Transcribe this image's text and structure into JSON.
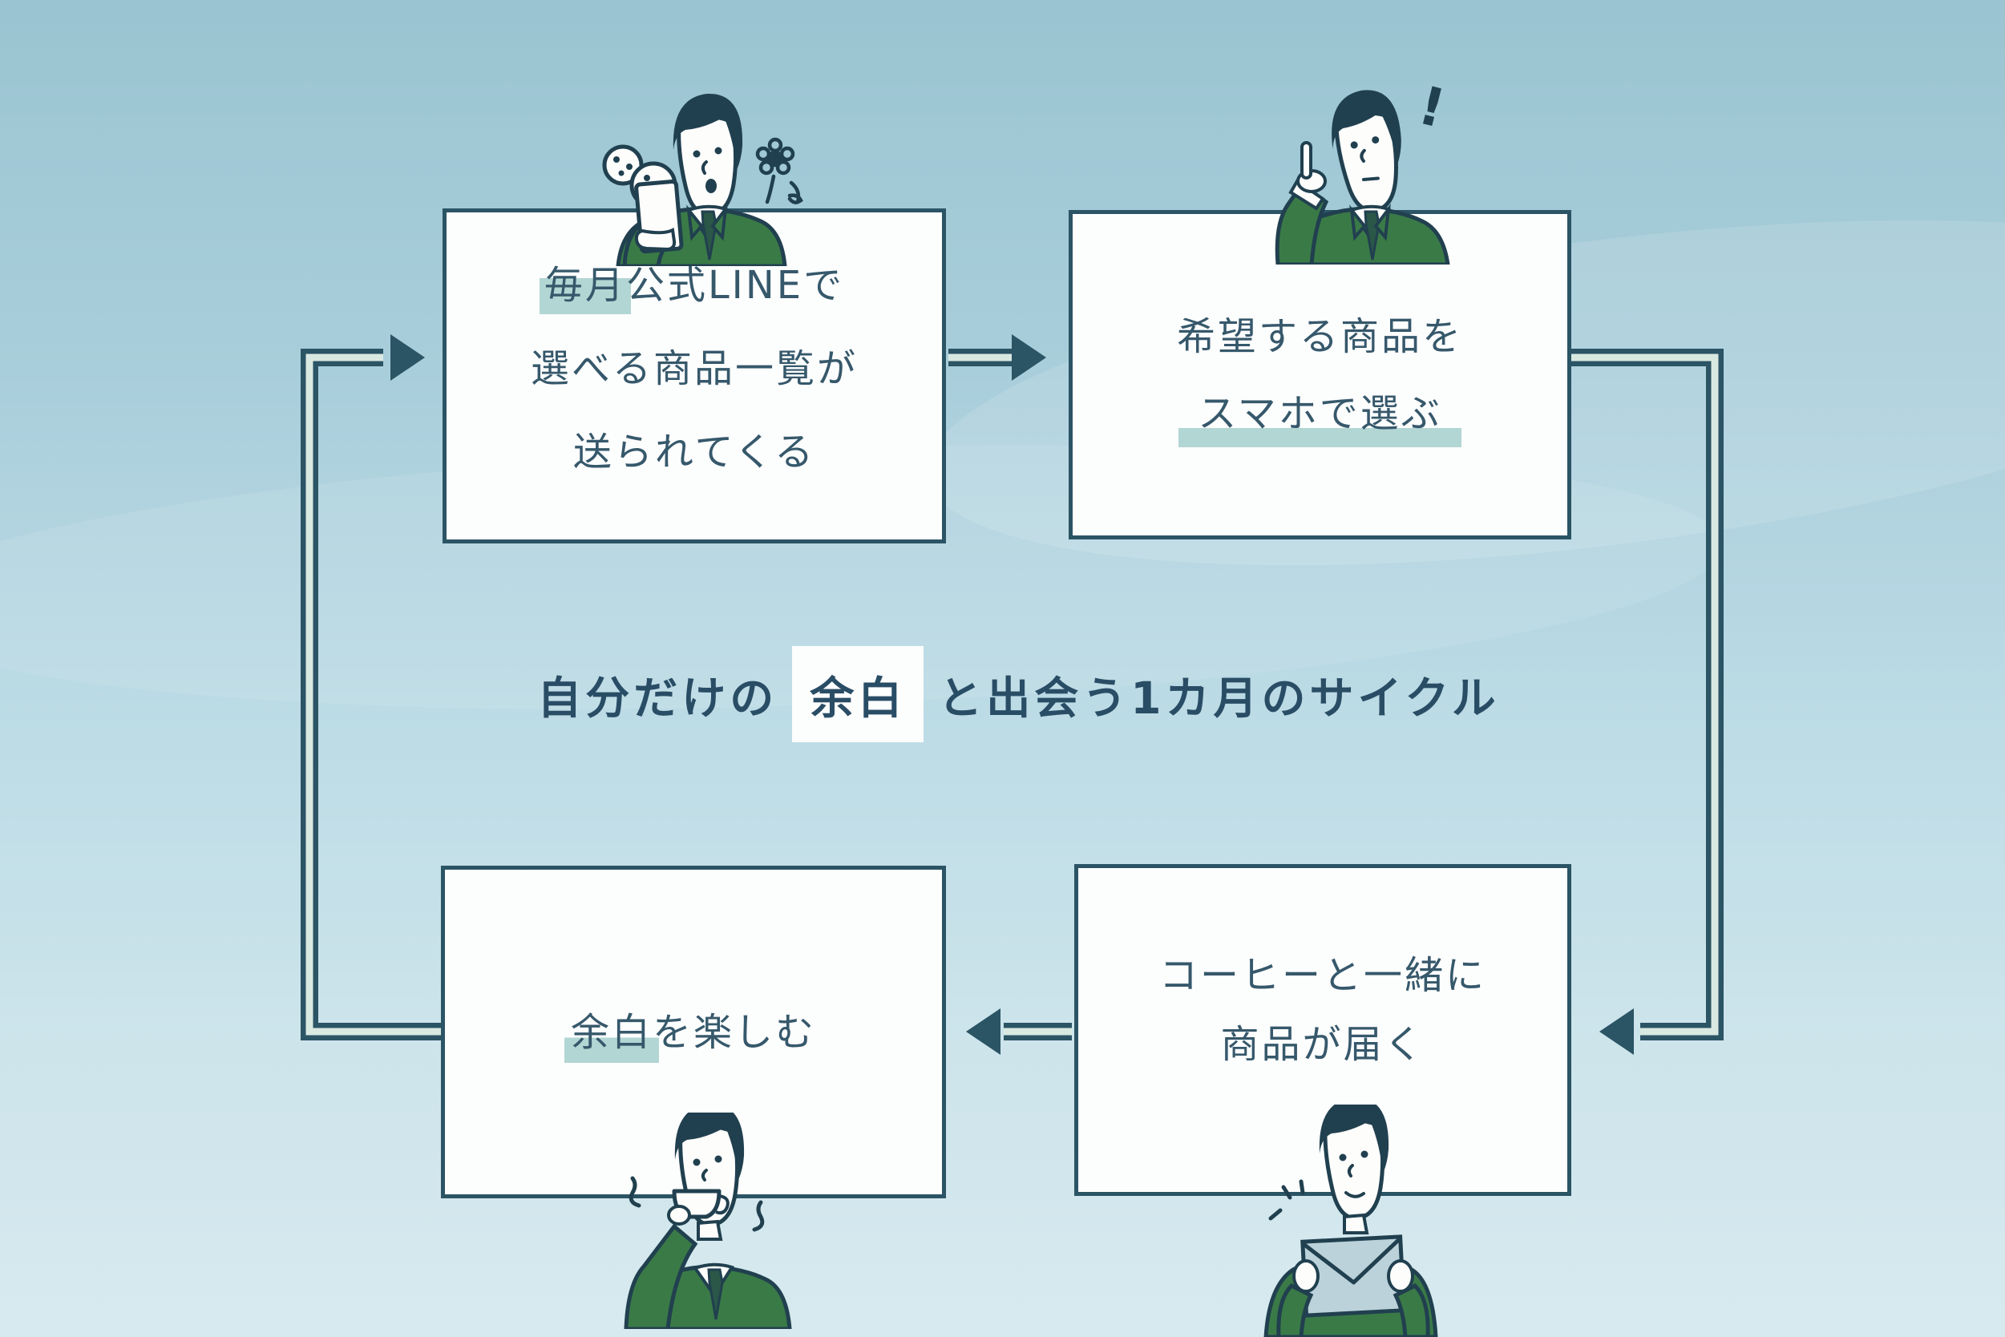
{
  "title": {
    "pre": "自分だけの",
    "highlight": "余白",
    "post": "と出会う1カ月のサイクル"
  },
  "steps": {
    "step1": {
      "line1_highlight": "毎月",
      "line1_rest": "公式LINEで",
      "line2": "選べる商品一覧が",
      "line3": "送られてくる"
    },
    "step2": {
      "line1": "希望する商品を",
      "line2_highlight": "スマホで選ぶ"
    },
    "step3": {
      "line1": "コーヒーと一緒に",
      "line2": "商品が届く"
    },
    "step4": {
      "highlight": "余白",
      "rest": "を楽しむ"
    }
  },
  "decorations": {
    "exclamation": "!"
  },
  "arrows": [
    {
      "name": "arrow-top",
      "direction": "right"
    },
    {
      "name": "arrow-right-rail",
      "direction": "down-then-left"
    },
    {
      "name": "arrow-bottom",
      "direction": "left"
    },
    {
      "name": "arrow-left-rail",
      "direction": "up-then-right"
    }
  ],
  "illustrations": [
    {
      "name": "man-with-phone-illustration",
      "location": "top-left-box",
      "accessories": [
        "cookies-icon",
        "flowers-icon",
        "smartphone-icon"
      ]
    },
    {
      "name": "man-pointing-illustration",
      "location": "top-right-box",
      "accessories": [
        "exclamation-mark"
      ]
    },
    {
      "name": "man-with-envelope-illustration",
      "location": "bottom-right-box",
      "accessories": [
        "envelope-icon",
        "sparkle-icon"
      ]
    },
    {
      "name": "man-drinking-coffee-illustration",
      "location": "bottom-left-box",
      "accessories": [
        "coffee-cup-icon",
        "steam-icon"
      ]
    }
  ],
  "colors": {
    "background_top": "#9ac4d1",
    "background_bottom": "#d7eaef",
    "box_fill": "#fcfdfd",
    "outline_dark_teal": "#2b5465",
    "box_text": "#36586b",
    "title_text": "#2a4d66",
    "highlight_teal": "#b2d6d3",
    "arrow_gap_mint": "#d9e9e1",
    "jacket_green": "#3a7a47",
    "hair_navy": "#21404f",
    "envelope_blue": "#bcd2da"
  }
}
